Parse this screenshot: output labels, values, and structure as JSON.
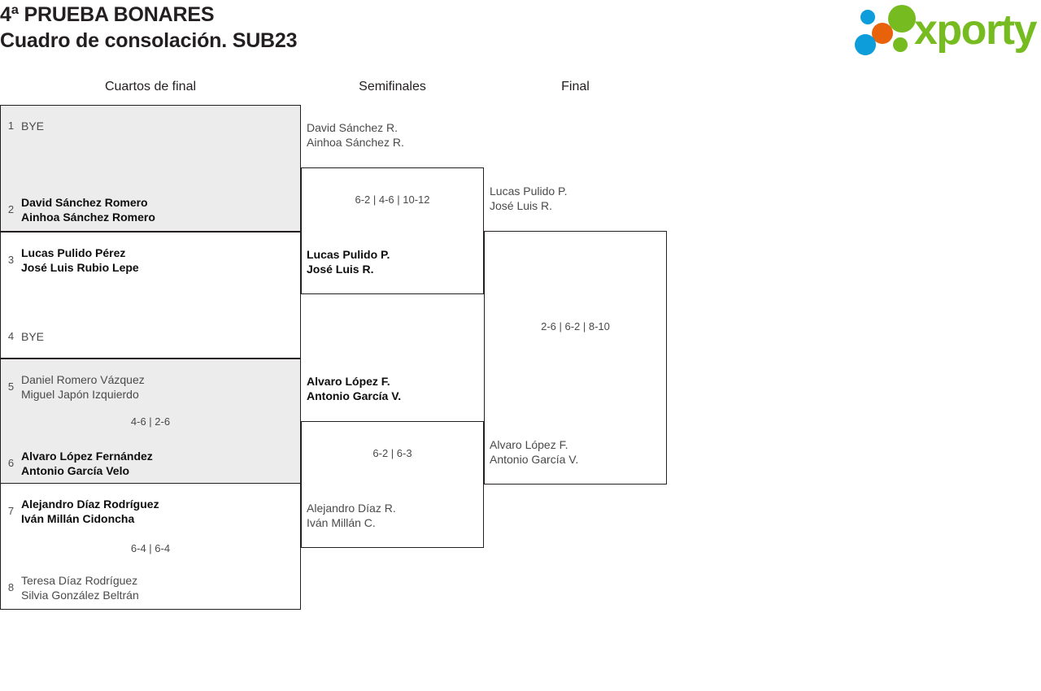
{
  "header": {
    "title_line1": "4ª PRUEBA BONARES",
    "title_line2": "Cuadro de consolación. SUB23"
  },
  "logo": {
    "text": "xporty",
    "green": "#76bc21",
    "blue": "#0d9ddb",
    "orange": "#e8620c"
  },
  "columns": {
    "round1": "Cuartos de final",
    "round2": "Semifinales",
    "round3": "Final"
  },
  "bracket": {
    "round1": [
      {
        "shaded": true,
        "score": "",
        "top": {
          "seed": "1",
          "players": [
            "BYE"
          ],
          "winner": false
        },
        "bottom": {
          "seed": "2",
          "players": [
            "David Sánchez Romero",
            "Ainhoa Sánchez Romero"
          ],
          "winner": true
        }
      },
      {
        "shaded": false,
        "score": "",
        "top": {
          "seed": "3",
          "players": [
            "Lucas Pulido Pérez",
            "José Luis Rubio Lepe"
          ],
          "winner": true
        },
        "bottom": {
          "seed": "4",
          "players": [
            "BYE"
          ],
          "winner": false
        }
      },
      {
        "shaded": true,
        "score": "4-6 | 2-6",
        "top": {
          "seed": "5",
          "players": [
            "Daniel Romero Vázquez",
            "Miguel Japón Izquierdo"
          ],
          "winner": false
        },
        "bottom": {
          "seed": "6",
          "players": [
            "Alvaro López Fernández",
            "Antonio García Velo"
          ],
          "winner": true
        }
      },
      {
        "shaded": false,
        "score": "6-4 | 6-4",
        "top": {
          "seed": "7",
          "players": [
            "Alejandro Díaz Rodríguez",
            "Iván Millán Cidoncha"
          ],
          "winner": true
        },
        "bottom": {
          "seed": "8",
          "players": [
            "Teresa Díaz Rodríguez",
            "Silvia González Beltrán"
          ],
          "winner": false
        }
      }
    ],
    "round2": [
      {
        "score": "6-2 | 4-6 | 10-12",
        "top": {
          "players": [
            "David Sánchez R.",
            "Ainhoa Sánchez R."
          ],
          "winner": false
        },
        "bottom": {
          "players": [
            "Lucas Pulido P.",
            "José Luis R."
          ],
          "winner": true
        }
      },
      {
        "score": "6-2 | 6-3",
        "top": {
          "players": [
            "Alvaro López F.",
            "Antonio García V."
          ],
          "winner": true
        },
        "bottom": {
          "players": [
            "Alejandro Díaz R.",
            "Iván Millán C."
          ],
          "winner": false
        }
      }
    ],
    "round3": [
      {
        "score": "2-6 | 6-2 | 8-10",
        "top": {
          "players": [
            "Lucas Pulido P.",
            "José Luis R."
          ],
          "winner": false
        },
        "bottom": {
          "players": [
            "Alvaro López F.",
            "Antonio García V."
          ],
          "winner": false
        }
      }
    ]
  }
}
